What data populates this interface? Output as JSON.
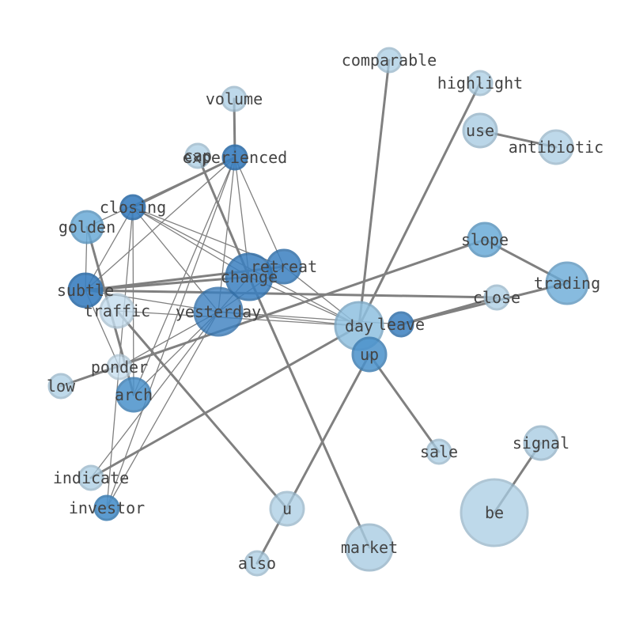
{
  "diagram": {
    "type": "network-graph",
    "colors": {
      "edge": "#808080",
      "label": "#444444"
    },
    "nodes": [
      {
        "id": "comparable",
        "label": "comparable"
      },
      {
        "id": "highlight",
        "label": "highlight"
      },
      {
        "id": "volume",
        "label": "volume"
      },
      {
        "id": "use",
        "label": "use"
      },
      {
        "id": "antibiotic",
        "label": "antibiotic"
      },
      {
        "id": "cap",
        "label": "cap"
      },
      {
        "id": "experienced",
        "label": "experienced"
      },
      {
        "id": "closing",
        "label": "closing"
      },
      {
        "id": "golden",
        "label": "golden"
      },
      {
        "id": "slope",
        "label": "slope"
      },
      {
        "id": "retreat",
        "label": "retreat"
      },
      {
        "id": "change",
        "label": "change"
      },
      {
        "id": "trading",
        "label": "trading"
      },
      {
        "id": "subtle",
        "label": "subtle"
      },
      {
        "id": "close",
        "label": "close"
      },
      {
        "id": "traffic",
        "label": "traffic"
      },
      {
        "id": "yesterday",
        "label": "yesterday"
      },
      {
        "id": "day",
        "label": "day"
      },
      {
        "id": "leave",
        "label": "leave"
      },
      {
        "id": "up",
        "label": "up"
      },
      {
        "id": "ponder",
        "label": "ponder"
      },
      {
        "id": "low",
        "label": "low"
      },
      {
        "id": "arch",
        "label": "arch"
      },
      {
        "id": "signal",
        "label": "signal"
      },
      {
        "id": "sale",
        "label": "sale"
      },
      {
        "id": "indicate",
        "label": "indicate"
      },
      {
        "id": "investor",
        "label": "investor"
      },
      {
        "id": "u",
        "label": "u"
      },
      {
        "id": "be",
        "label": "be"
      },
      {
        "id": "market",
        "label": "market"
      },
      {
        "id": "also",
        "label": "also"
      }
    ],
    "edges": [
      {
        "source": "comparable",
        "target": "day",
        "weight": "heavy"
      },
      {
        "source": "highlight",
        "target": "day",
        "weight": "heavy"
      },
      {
        "source": "volume",
        "target": "experienced",
        "weight": "heavy"
      },
      {
        "source": "use",
        "target": "antibiotic",
        "weight": "heavy"
      },
      {
        "source": "cap",
        "target": "change",
        "weight": "heavy"
      },
      {
        "source": "experienced",
        "target": "closing",
        "weight": "heavy"
      },
      {
        "source": "experienced",
        "target": "golden",
        "weight": "light"
      },
      {
        "source": "experienced",
        "target": "change",
        "weight": "light"
      },
      {
        "source": "experienced",
        "target": "retreat",
        "weight": "light"
      },
      {
        "source": "experienced",
        "target": "subtle",
        "weight": "light"
      },
      {
        "source": "experienced",
        "target": "yesterday",
        "weight": "light"
      },
      {
        "source": "experienced",
        "target": "arch",
        "weight": "light"
      },
      {
        "source": "experienced",
        "target": "investor",
        "weight": "light"
      },
      {
        "source": "closing",
        "target": "change",
        "weight": "light"
      },
      {
        "source": "closing",
        "target": "retreat",
        "weight": "light"
      },
      {
        "source": "closing",
        "target": "subtle",
        "weight": "light"
      },
      {
        "source": "closing",
        "target": "yesterday",
        "weight": "light"
      },
      {
        "source": "closing",
        "target": "day",
        "weight": "light"
      },
      {
        "source": "closing",
        "target": "arch",
        "weight": "light"
      },
      {
        "source": "closing",
        "target": "investor",
        "weight": "light"
      },
      {
        "source": "golden",
        "target": "arch",
        "weight": "heavy"
      },
      {
        "source": "golden",
        "target": "subtle",
        "weight": "light"
      },
      {
        "source": "slope",
        "target": "trading",
        "weight": "heavy"
      },
      {
        "source": "slope",
        "target": "low",
        "weight": "heavy"
      },
      {
        "source": "retreat",
        "target": "subtle",
        "weight": "heavy"
      },
      {
        "source": "retreat",
        "target": "yesterday",
        "weight": "light"
      },
      {
        "source": "retreat",
        "target": "day",
        "weight": "light"
      },
      {
        "source": "change",
        "target": "subtle",
        "weight": "heavy"
      },
      {
        "source": "change",
        "target": "yesterday",
        "weight": "light"
      },
      {
        "source": "change",
        "target": "market",
        "weight": "heavy"
      },
      {
        "source": "change",
        "target": "day",
        "weight": "light"
      },
      {
        "source": "subtle",
        "target": "close",
        "weight": "heavy"
      },
      {
        "source": "subtle",
        "target": "yesterday",
        "weight": "light"
      },
      {
        "source": "subtle",
        "target": "ponder",
        "weight": "light"
      },
      {
        "source": "trading",
        "target": "leave",
        "weight": "heavy"
      },
      {
        "source": "close",
        "target": "leave",
        "weight": "heavy"
      },
      {
        "source": "traffic",
        "target": "u",
        "weight": "heavy"
      },
      {
        "source": "traffic",
        "target": "day",
        "weight": "light"
      },
      {
        "source": "yesterday",
        "target": "day",
        "weight": "light"
      },
      {
        "source": "yesterday",
        "target": "leave",
        "weight": "light"
      },
      {
        "source": "yesterday",
        "target": "ponder",
        "weight": "light"
      },
      {
        "source": "yesterday",
        "target": "arch",
        "weight": "light"
      },
      {
        "source": "yesterday",
        "target": "investor",
        "weight": "light"
      },
      {
        "source": "yesterday",
        "target": "indicate",
        "weight": "light"
      },
      {
        "source": "day",
        "target": "indicate",
        "weight": "heavy"
      },
      {
        "source": "up",
        "target": "sale",
        "weight": "heavy"
      },
      {
        "source": "up",
        "target": "also",
        "weight": "heavy"
      },
      {
        "source": "signal",
        "target": "be",
        "weight": "heavy"
      }
    ]
  }
}
